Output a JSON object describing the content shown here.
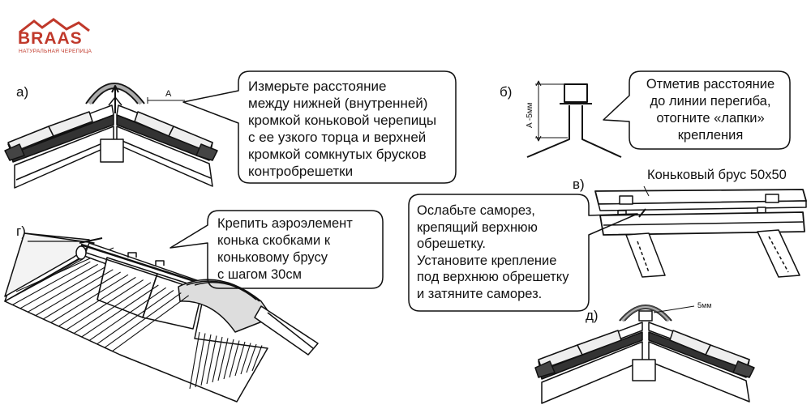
{
  "brand": {
    "name": "BRAAS",
    "tagline": "НАТУРАЛЬНАЯ ЧЕРЕПИЦА",
    "color": "#c0392b"
  },
  "steps": {
    "a": {
      "label": "а)",
      "text": [
        "Измерьте расстояние",
        "между нижней (внутренней)",
        "кромкой коньковой черепицы",
        "с ее узкого торца и верхней",
        "кромкой сомкнутых брусков",
        "контробрешетки"
      ],
      "dim": "A"
    },
    "b": {
      "label": "б)",
      "text": [
        "Отметив расстояние",
        "до линии перегиба,",
        "отогните «лапки»",
        "крепления"
      ],
      "dim": "A -5мм"
    },
    "v": {
      "label": "в)",
      "title": "Коньковый брус 50x50",
      "text": [
        "Ослабьте саморез,",
        "крепящий верхнюю",
        "обрешетку.",
        "Установите крепление",
        "под верхнюю обрешетку",
        "и затяните саморез."
      ]
    },
    "g": {
      "label": "г)",
      "text": [
        "Крепить аэроэлемент",
        "конька скобками к",
        "коньковому брусу",
        "с шагом 30см"
      ]
    },
    "d": {
      "label": "д)",
      "dim": "5мм"
    }
  }
}
